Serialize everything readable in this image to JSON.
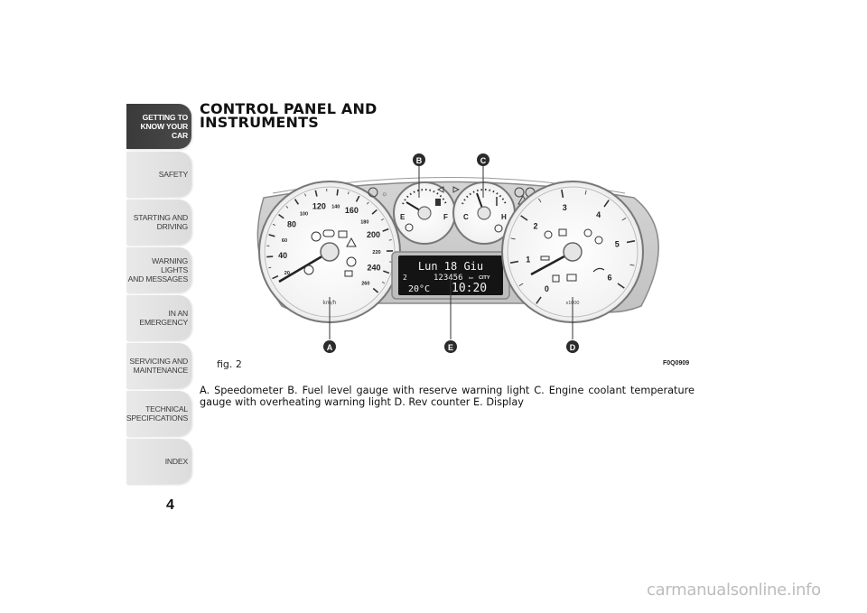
{
  "sidebar": {
    "items": [
      {
        "label": "GETTING TO\nKNOW YOUR CAR",
        "active": true
      },
      {
        "label": "SAFETY",
        "active": false
      },
      {
        "label": "STARTING AND\nDRIVING",
        "active": false
      },
      {
        "label": "WARNING LIGHTS\nAND MESSAGES",
        "active": false
      },
      {
        "label": "IN AN EMERGENCY",
        "active": false
      },
      {
        "label": "SERVICING AND\nMAINTENANCE",
        "active": false
      },
      {
        "label": "TECHNICAL\nSPECIFICATIONS",
        "active": false
      },
      {
        "label": "INDEX",
        "active": false
      }
    ]
  },
  "page_number": "4",
  "section_title": "CONTROL PANEL AND\nINSTRUMENTS",
  "figure": {
    "label": "fig. 2",
    "code": "F0Q0909",
    "callouts": [
      "A",
      "B",
      "C",
      "D",
      "E"
    ],
    "speedometer": {
      "ticks": [
        "20",
        "40",
        "60",
        "80",
        "100",
        "120",
        "140",
        "160",
        "180",
        "200",
        "220",
        "240",
        "260"
      ],
      "unit": "km/h"
    },
    "fuel_gauge": {
      "low": "E",
      "high": "F"
    },
    "temp_gauge": {
      "low": "C",
      "high": "H"
    },
    "tachometer": {
      "ticks": [
        "0",
        "1",
        "2",
        "3",
        "4",
        "5",
        "6"
      ],
      "unit": "x1000"
    },
    "display": {
      "line1": "Lun 18 Giu",
      "gear": "2",
      "odometer": "123456",
      "odo_unit": "km",
      "mode": "CITY",
      "temperature": "20°C",
      "time": "10:20"
    }
  },
  "caption": "A. Speedometer B. Fuel level gauge with reserve warning light C. Engine coolant temperature gauge with overheating warning light D. Rev counter E. Display",
  "watermark": "carmanualsonline.info",
  "colors": {
    "accent_dark": "#3a3a3a",
    "tab_light": "#e2e2e2",
    "callout": "#2b2b2b"
  }
}
